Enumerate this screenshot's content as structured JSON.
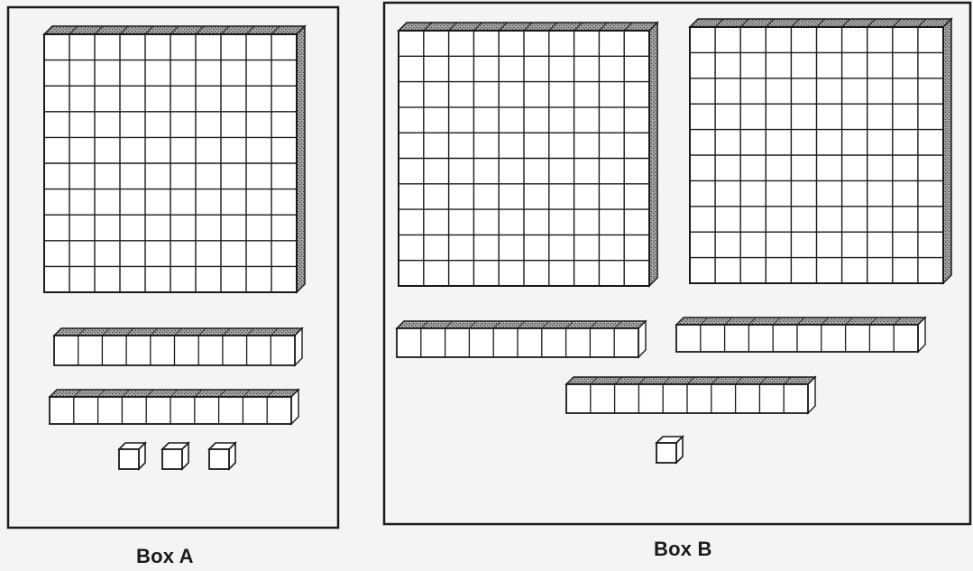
{
  "captions": {
    "box_a": "Box A",
    "box_b": "Box B"
  },
  "colors": {
    "ink": "#1a1a1a",
    "paper": "#f4f4f2",
    "block_fill": "#ffffff",
    "shade": "#8a8a8a"
  },
  "figure": {
    "box_a": {
      "hundreds_flats": 1,
      "tens_rods": 2,
      "ones_cubes": 3
    },
    "box_b": {
      "hundreds_flats": 2,
      "tens_rods": 3,
      "ones_cubes": 1
    }
  }
}
